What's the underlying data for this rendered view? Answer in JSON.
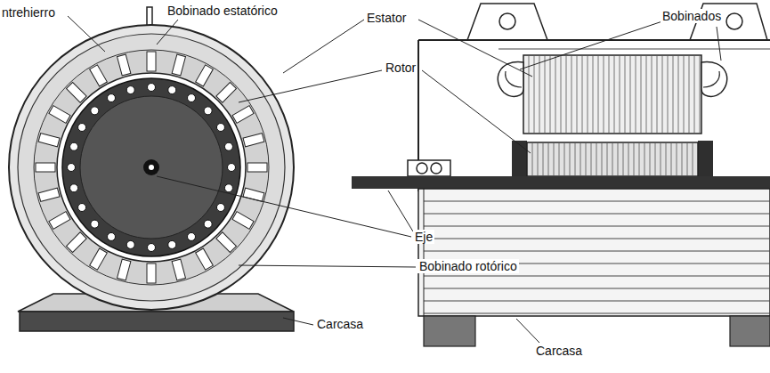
{
  "diagram": {
    "labels": [
      "ntrehierro",
      "Bobinado estatórico",
      "Estator",
      "Rotor",
      "Eje",
      "Bobinado rotórico",
      "Carcasa",
      "Bobinados",
      "Carcasa"
    ]
  }
}
